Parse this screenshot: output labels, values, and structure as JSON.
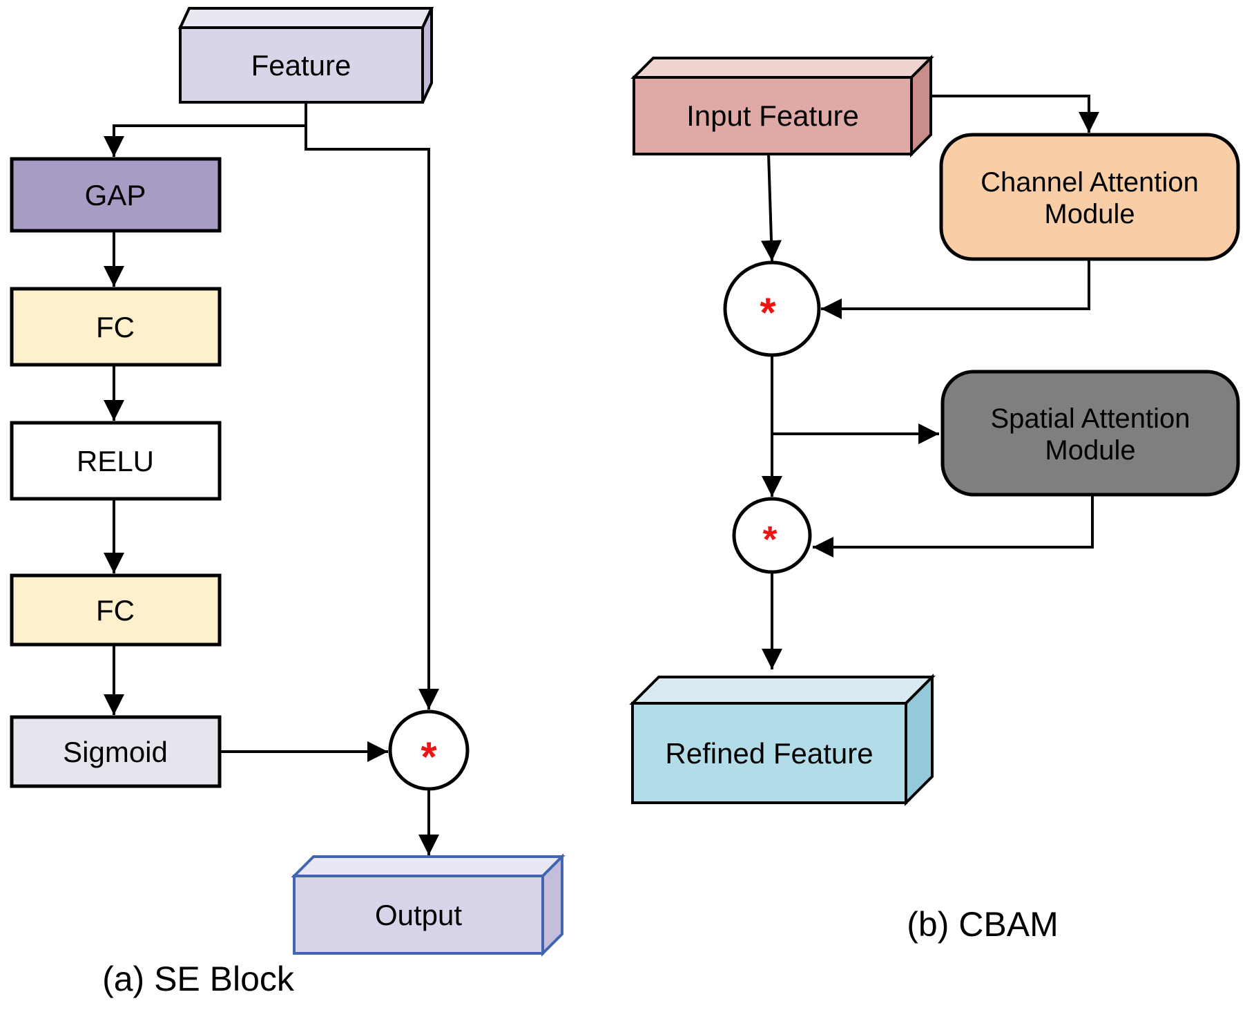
{
  "figure": {
    "se_block": {
      "caption": "(a) SE Block",
      "nodes": {
        "feature": "Feature",
        "gap": "GAP",
        "fc1": "FC",
        "relu": "RELU",
        "fc2": "FC",
        "sigmoid": "Sigmoid",
        "output": "Output"
      },
      "multiply_symbol": "*"
    },
    "cbam": {
      "caption": "(b) CBAM",
      "nodes": {
        "input_feature": "Input Feature",
        "channel_attention_line1": "Channel Attention",
        "channel_attention_line2": "Module",
        "spatial_attention_line1": "Spatial Attention",
        "spatial_attention_line2": "Module",
        "refined_feature": "Refined Feature"
      },
      "multiply_symbol_1": "*",
      "multiply_symbol_2": "*"
    }
  },
  "colors": {
    "outline": "#000000",
    "output_border_blue": "#4165ae",
    "asterisk_red": "#f01313",
    "feature_front": "#dad4e8",
    "feature_top": "#eae7f3",
    "feature_side": "#c2b9d6",
    "gap_fill": "#a89cc4",
    "fc_fill": "#fcf0cd",
    "relu_fill": "#ffffff",
    "sigmoid_fill": "#e7e4ee",
    "output_front": "#d8d3e8",
    "output_top": "#eae7f4",
    "output_side": "#c4bddb",
    "input_front": "#dfa9a6",
    "input_top": "#efd4d2",
    "input_side": "#c98d8a",
    "channel_fill": "#f9cda6",
    "spatial_fill": "#7f7f7f",
    "refined_front": "#b2dce8",
    "refined_top": "#d7ebf1",
    "refined_side": "#93c9d9",
    "circle_fill": "#ffffff"
  }
}
